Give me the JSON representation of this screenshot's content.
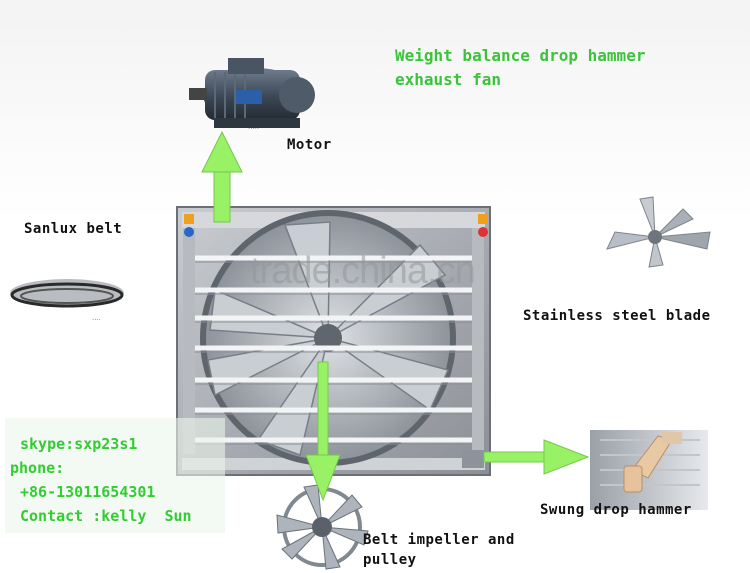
{
  "title_lines": [
    "Weight balance drop hammer",
    "exhaust fan"
  ],
  "labels": {
    "motor": "Motor",
    "belt": "Sanlux belt",
    "blade": "Stainless steel blade",
    "hammer": "Swung drop hammer",
    "impeller_line1": "Belt impeller and",
    "impeller_line2": "pulley"
  },
  "contact": {
    "skype": "skype:sxp23s1",
    "phone_label": "phone:",
    "phone": "+86-13011654301",
    "person": "Contact :kelly  Sun"
  },
  "watermark": "trade.china.cn",
  "colors": {
    "arrow_green": "#99f266",
    "text_green": "#3bc43b"
  }
}
